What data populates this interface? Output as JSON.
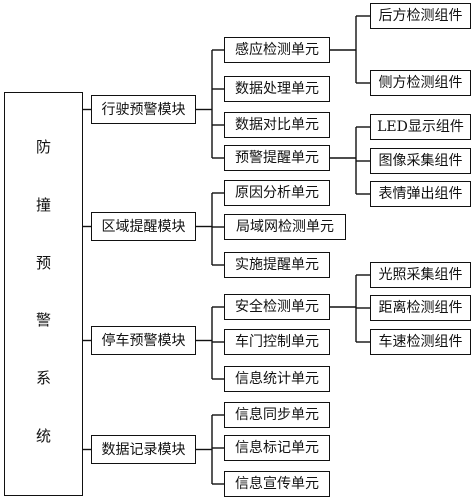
{
  "root": {
    "label": "防撞预警系统"
  },
  "modules": [
    {
      "label": "行驶预警模块",
      "units": [
        {
          "label": "感应检测单元",
          "components": [
            "后方检测组件",
            "侧方检测组件"
          ]
        },
        {
          "label": "数据处理单元",
          "components": []
        },
        {
          "label": "数据对比单元",
          "components": []
        },
        {
          "label": "预警提醒单元",
          "components": [
            "LED显示组件",
            "图像采集组件",
            "表情弹出组件"
          ]
        }
      ]
    },
    {
      "label": "区域提醒模块",
      "units": [
        {
          "label": "原因分析单元",
          "components": []
        },
        {
          "label": "局域网检测单元",
          "components": []
        },
        {
          "label": "实施提醒单元",
          "components": []
        }
      ]
    },
    {
      "label": "停车预警模块",
      "units": [
        {
          "label": "安全检测单元",
          "components": [
            "光照采集组件",
            "距离检测组件",
            "车速检测组件"
          ]
        },
        {
          "label": "车门控制单元",
          "components": []
        },
        {
          "label": "信息统计单元",
          "components": []
        }
      ]
    },
    {
      "label": "数据记录模块",
      "units": [
        {
          "label": "信息同步单元",
          "components": []
        },
        {
          "label": "信息标记单元",
          "components": []
        },
        {
          "label": "信息宣传单元",
          "components": []
        }
      ]
    }
  ]
}
